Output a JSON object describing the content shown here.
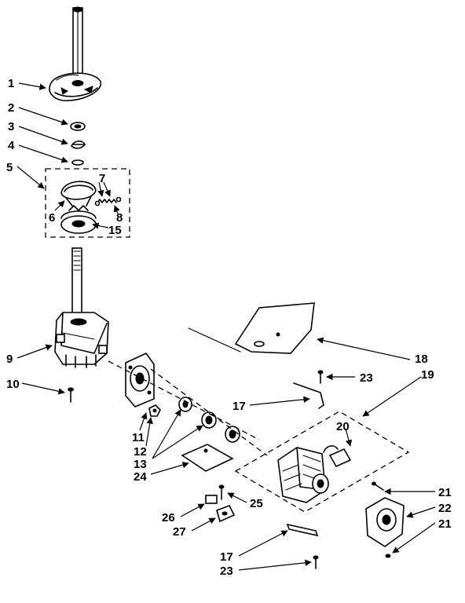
{
  "callouts": [
    {
      "id": "c1",
      "label": "1"
    },
    {
      "id": "c2",
      "label": "2"
    },
    {
      "id": "c3",
      "label": "3"
    },
    {
      "id": "c4",
      "label": "4"
    },
    {
      "id": "c5",
      "label": "5"
    },
    {
      "id": "c6",
      "label": "6"
    },
    {
      "id": "c7",
      "label": "7"
    },
    {
      "id": "c8",
      "label": "8"
    },
    {
      "id": "c15",
      "label": "15"
    },
    {
      "id": "c9",
      "label": "9"
    },
    {
      "id": "c10",
      "label": "10"
    },
    {
      "id": "c11",
      "label": "11"
    },
    {
      "id": "c12",
      "label": "12"
    },
    {
      "id": "c13",
      "label": "13"
    },
    {
      "id": "c24",
      "label": "24"
    },
    {
      "id": "c18",
      "label": "18"
    },
    {
      "id": "c23a",
      "label": "23"
    },
    {
      "id": "c19",
      "label": "19"
    },
    {
      "id": "c17a",
      "label": "17"
    },
    {
      "id": "c20",
      "label": "20"
    },
    {
      "id": "c21a",
      "label": "21"
    },
    {
      "id": "c22",
      "label": "22"
    },
    {
      "id": "c21b",
      "label": "21"
    },
    {
      "id": "c25",
      "label": "25"
    },
    {
      "id": "c26",
      "label": "26"
    },
    {
      "id": "c27",
      "label": "27"
    },
    {
      "id": "c17b",
      "label": "17"
    },
    {
      "id": "c23b",
      "label": "23"
    }
  ]
}
